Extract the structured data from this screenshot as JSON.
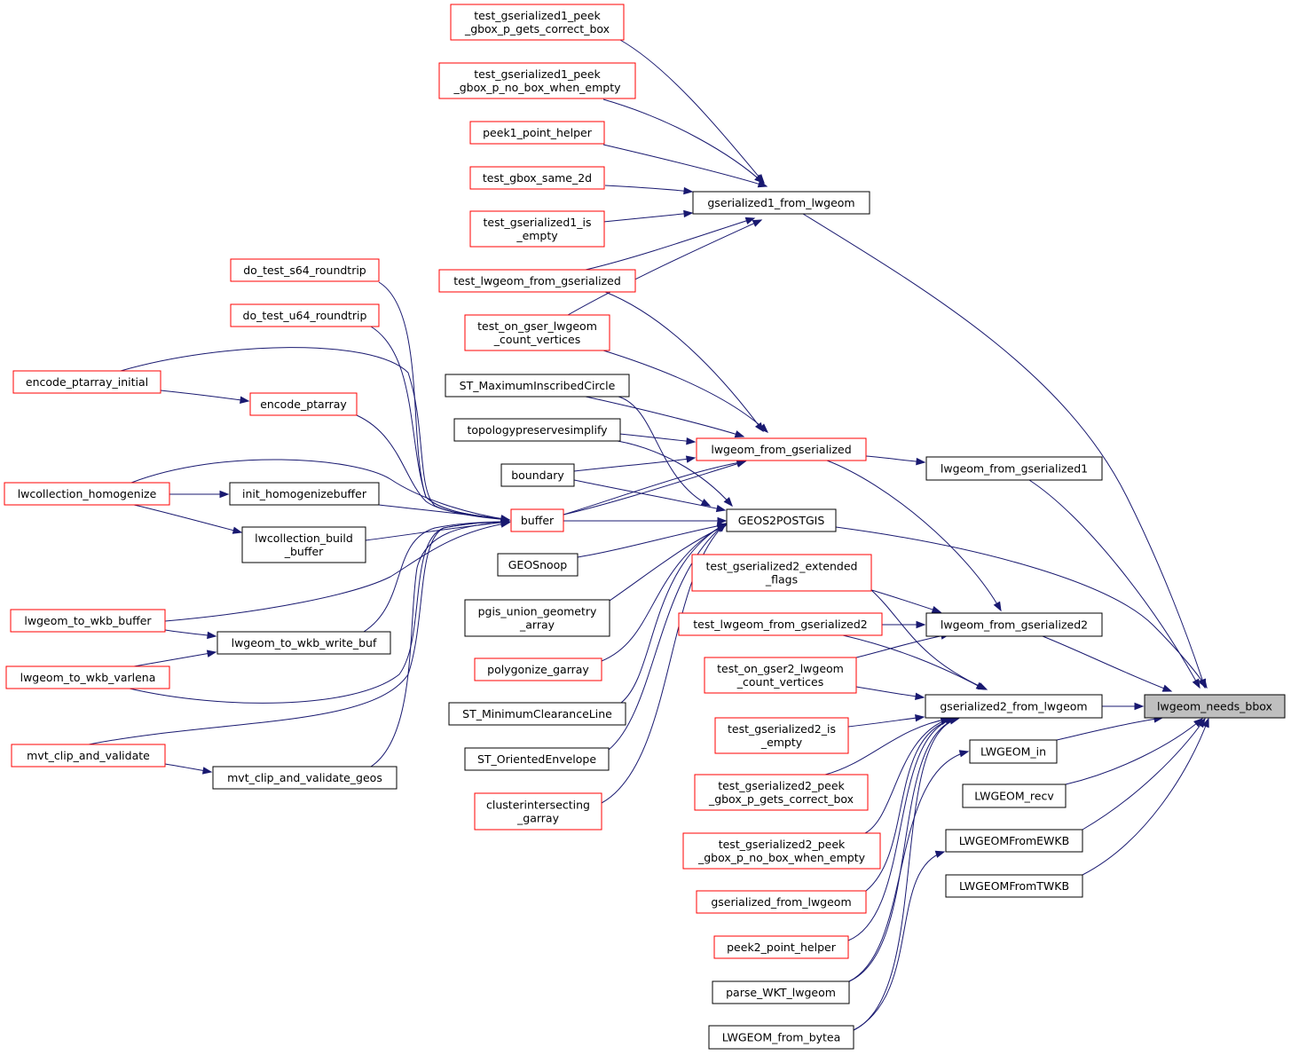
{
  "graph": {
    "direction": "right-to-left",
    "focus_node": "lwgeom_needs_bbox",
    "colors": {
      "edge": "#191970",
      "documented_border": "#000000",
      "undocumented_border": "#ff0000",
      "focus_fill": "#bfbfbf"
    },
    "nodes": [
      {
        "id": "lwgeom_needs_bbox",
        "lines": [
          "lwgeom_needs_bbox"
        ],
        "style": "focus"
      },
      {
        "id": "gserialized1_from_lwgeom",
        "lines": [
          "gserialized1_from_lwgeom"
        ],
        "style": "black"
      },
      {
        "id": "t1_peek_correct",
        "lines": [
          "test_gserialized1_peek",
          "_gbox_p_gets_correct_box"
        ],
        "style": "red"
      },
      {
        "id": "t1_peek_nobox",
        "lines": [
          "test_gserialized1_peek",
          "_gbox_p_no_box_when_empty"
        ],
        "style": "red"
      },
      {
        "id": "peek1",
        "lines": [
          "peek1_point_helper"
        ],
        "style": "red"
      },
      {
        "id": "gbox_same",
        "lines": [
          "test_gbox_same_2d"
        ],
        "style": "red"
      },
      {
        "id": "t1_is_empty",
        "lines": [
          "test_gserialized1_is",
          "_empty"
        ],
        "style": "red"
      },
      {
        "id": "t_lwgeom_from_gser",
        "lines": [
          "test_lwgeom_from_gserialized"
        ],
        "style": "red"
      },
      {
        "id": "t_on_gser",
        "lines": [
          "test_on_gser_lwgeom",
          "_count_vertices"
        ],
        "style": "red"
      },
      {
        "id": "s64",
        "lines": [
          "do_test_s64_roundtrip"
        ],
        "style": "red"
      },
      {
        "id": "u64",
        "lines": [
          "do_test_u64_roundtrip"
        ],
        "style": "red"
      },
      {
        "id": "encode_initial",
        "lines": [
          "encode_ptarray_initial"
        ],
        "style": "red"
      },
      {
        "id": "encode",
        "lines": [
          "encode_ptarray"
        ],
        "style": "red"
      },
      {
        "id": "st_mic",
        "lines": [
          "ST_MaximumInscribedCircle"
        ],
        "style": "black"
      },
      {
        "id": "topo",
        "lines": [
          "topologypreservesimplify"
        ],
        "style": "black"
      },
      {
        "id": "lwgeom_from_gserialized",
        "lines": [
          "lwgeom_from_gserialized"
        ],
        "style": "red"
      },
      {
        "id": "lwgeom_from_gserialized1",
        "lines": [
          "lwgeom_from_gserialized1"
        ],
        "style": "black"
      },
      {
        "id": "boundary",
        "lines": [
          "boundary"
        ],
        "style": "black"
      },
      {
        "id": "lwcoll_homog",
        "lines": [
          "lwcollection_homogenize"
        ],
        "style": "red"
      },
      {
        "id": "init_homog",
        "lines": [
          "init_homogenizebuffer"
        ],
        "style": "black"
      },
      {
        "id": "buffer",
        "lines": [
          "buffer"
        ],
        "style": "red"
      },
      {
        "id": "geos2postgis",
        "lines": [
          "GEOS2POSTGIS"
        ],
        "style": "black"
      },
      {
        "id": "lwcoll_build",
        "lines": [
          "lwcollection_build",
          "_buffer"
        ],
        "style": "black"
      },
      {
        "id": "geosnoop",
        "lines": [
          "GEOSnoop"
        ],
        "style": "black"
      },
      {
        "id": "t2_ext_flags",
        "lines": [
          "test_gserialized2_extended",
          "_flags"
        ],
        "style": "red"
      },
      {
        "id": "pgis_union",
        "lines": [
          "pgis_union_geometry",
          "_array"
        ],
        "style": "black"
      },
      {
        "id": "wkb_buffer",
        "lines": [
          "lwgeom_to_wkb_buffer"
        ],
        "style": "red"
      },
      {
        "id": "t_lwgeom_from_gser2",
        "lines": [
          "test_lwgeom_from_gserialized2"
        ],
        "style": "red"
      },
      {
        "id": "lwgeom_from_gserialized2",
        "lines": [
          "lwgeom_from_gserialized2"
        ],
        "style": "black"
      },
      {
        "id": "wkb_write_buf",
        "lines": [
          "lwgeom_to_wkb_write_buf"
        ],
        "style": "black"
      },
      {
        "id": "polygonize",
        "lines": [
          "polygonize_garray"
        ],
        "style": "red"
      },
      {
        "id": "t_on_gser2",
        "lines": [
          "test_on_gser2_lwgeom",
          "_count_vertices"
        ],
        "style": "red"
      },
      {
        "id": "wkb_varlena",
        "lines": [
          "lwgeom_to_wkb_varlena"
        ],
        "style": "red"
      },
      {
        "id": "gserialized2_from_lwgeom",
        "lines": [
          "gserialized2_from_lwgeom"
        ],
        "style": "black"
      },
      {
        "id": "st_mcl",
        "lines": [
          "ST_MinimumClearanceLine"
        ],
        "style": "black"
      },
      {
        "id": "t2_is_empty",
        "lines": [
          "test_gserialized2_is",
          "_empty"
        ],
        "style": "red"
      },
      {
        "id": "lwgeom_in",
        "lines": [
          "LWGEOM_in"
        ],
        "style": "black"
      },
      {
        "id": "mvt_clip",
        "lines": [
          "mvt_clip_and_validate"
        ],
        "style": "red"
      },
      {
        "id": "st_oe",
        "lines": [
          "ST_OrientedEnvelope"
        ],
        "style": "black"
      },
      {
        "id": "mvt_clip_geos",
        "lines": [
          "mvt_clip_and_validate_geos"
        ],
        "style": "black"
      },
      {
        "id": "t2_peek_correct",
        "lines": [
          "test_gserialized2_peek",
          "_gbox_p_gets_correct_box"
        ],
        "style": "red"
      },
      {
        "id": "lwgeom_recv",
        "lines": [
          "LWGEOM_recv"
        ],
        "style": "black"
      },
      {
        "id": "cluster",
        "lines": [
          "clusterintersecting",
          "_garray"
        ],
        "style": "red"
      },
      {
        "id": "t2_peek_nobox",
        "lines": [
          "test_gserialized2_peek",
          "_gbox_p_no_box_when_empty"
        ],
        "style": "red"
      },
      {
        "id": "fromewkb",
        "lines": [
          "LWGEOMFromEWKB"
        ],
        "style": "black"
      },
      {
        "id": "fromtwkb",
        "lines": [
          "LWGEOMFromTWKB"
        ],
        "style": "black"
      },
      {
        "id": "gser_from_lwgeom",
        "lines": [
          "gserialized_from_lwgeom"
        ],
        "style": "red"
      },
      {
        "id": "peek2",
        "lines": [
          "peek2_point_helper"
        ],
        "style": "red"
      },
      {
        "id": "parse_wkt",
        "lines": [
          "parse_WKT_lwgeom"
        ],
        "style": "black"
      },
      {
        "id": "from_bytea",
        "lines": [
          "LWGEOM_from_bytea"
        ],
        "style": "black"
      }
    ]
  }
}
